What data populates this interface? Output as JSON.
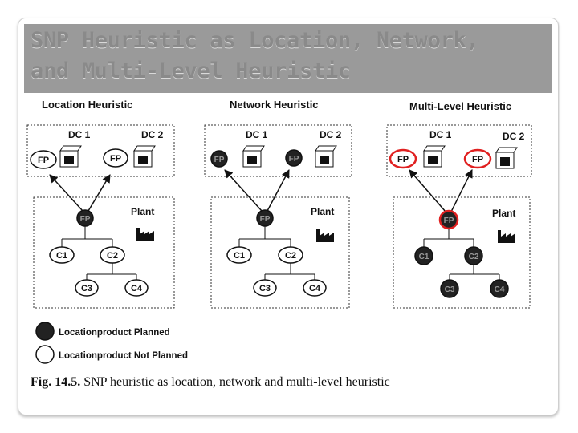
{
  "slide": {
    "title_line1": "SNP Heuristic as Location, Network,",
    "title_line2": "and Multi-Level Heuristic"
  },
  "panels": [
    {
      "title": "Location Heuristic"
    },
    {
      "title": "Network Heuristic"
    },
    {
      "title": "Multi-Level Heuristic"
    }
  ],
  "nodes": {
    "dc1": "DC 1",
    "dc2": "DC 2",
    "fp": "FP",
    "plant": "Plant",
    "c1": "C1",
    "c2": "C2",
    "c3": "C3",
    "c4": "C4"
  },
  "legend": {
    "planned": "Locationproduct Planned",
    "not_planned": "Locationproduct Not Planned"
  },
  "caption": {
    "figure": "Fig. 14.5.",
    "text": "SNP heuristic as location, network and multi-level heuristic"
  },
  "colors": {
    "highlight": "#e02020",
    "planned_fill": "#222222"
  }
}
